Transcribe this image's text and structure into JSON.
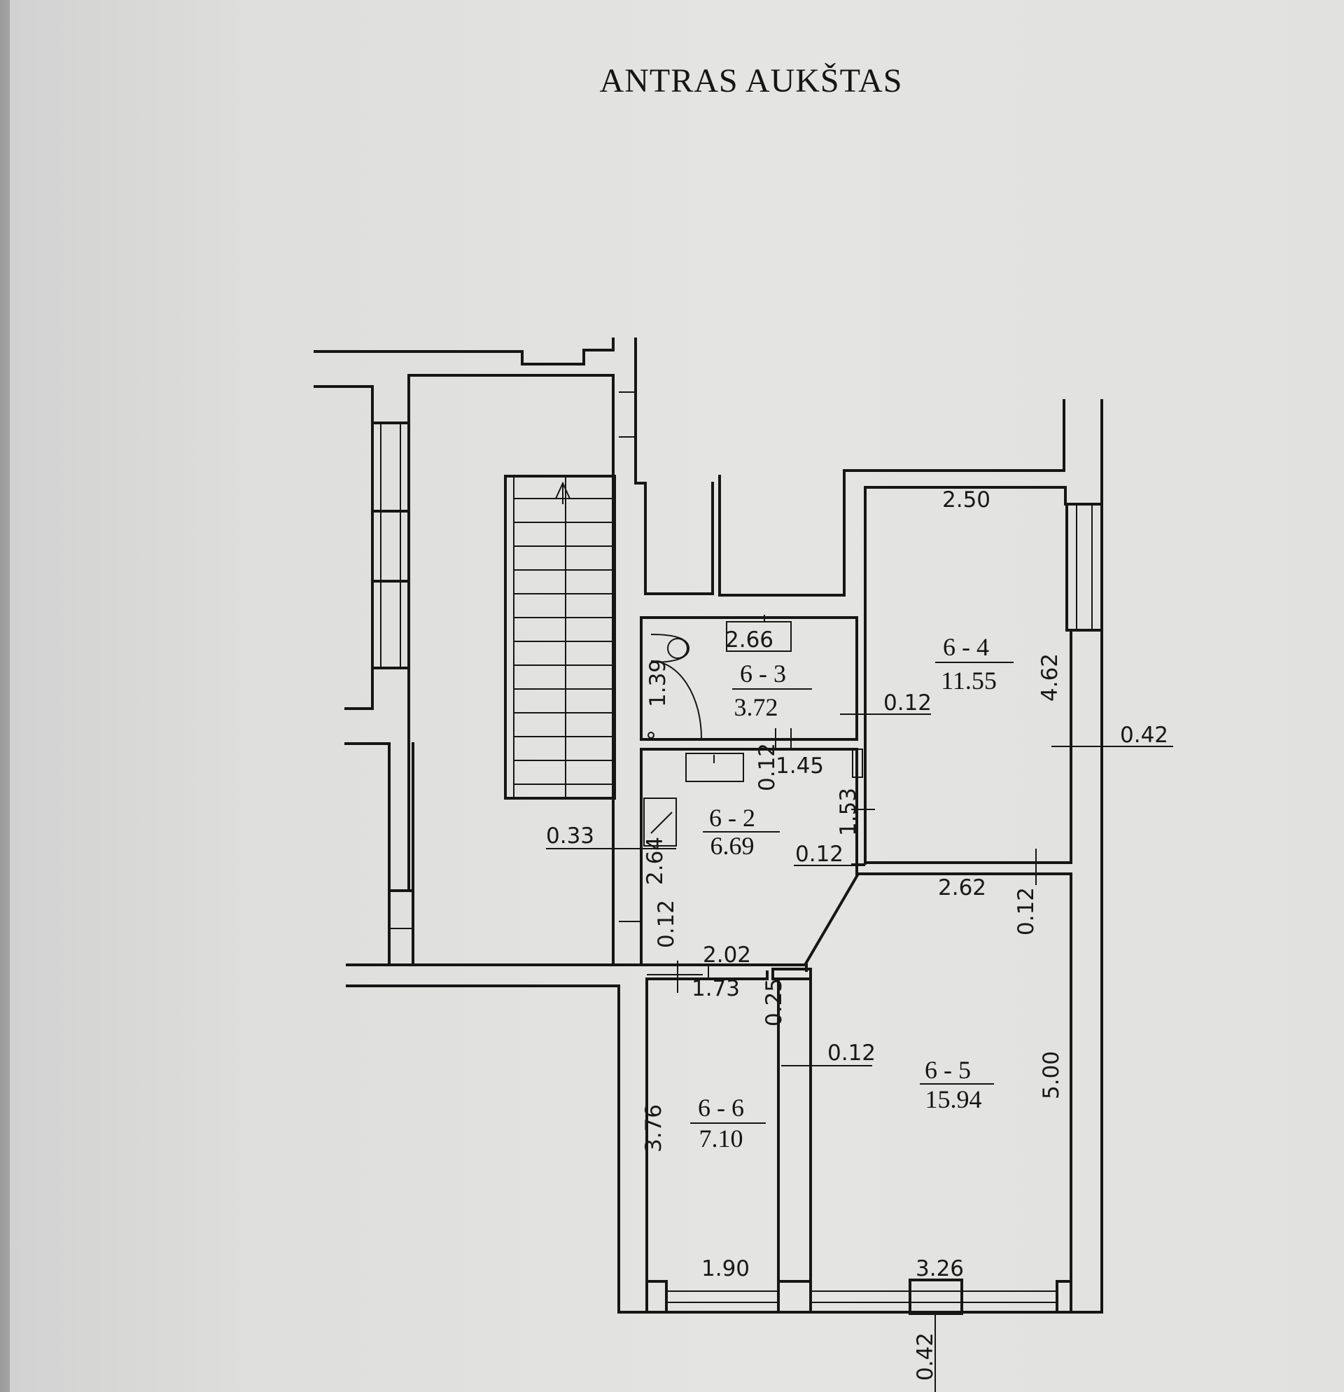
{
  "title": "ANTRAS AUKŠTAS",
  "rooms": [
    {
      "id": "6 - 2",
      "area": "6.69"
    },
    {
      "id": "6 - 3",
      "area": "3.72"
    },
    {
      "id": "6 - 4",
      "area": "11.55"
    },
    {
      "id": "6 - 5",
      "area": "15.94"
    },
    {
      "id": "6 - 6",
      "area": "7.10"
    }
  ],
  "dimensions": {
    "d250": "2.50",
    "d266": "2.66",
    "d139": "1.39",
    "d462": "4.62",
    "d012a": "0.12",
    "d042a": "0.42",
    "d145": "1.45",
    "d012b": "0.12",
    "d153": "1.53",
    "d033": "0.33",
    "d264": "2.64",
    "d012c": "0.12",
    "d262": "2.62",
    "d012d": "0.12",
    "d012e": "0.12",
    "d202": "2.02",
    "d173": "1.73",
    "d025": "0.25",
    "d012f": "0.12",
    "d500": "5.00",
    "d376": "3.76",
    "d190": "1.90",
    "d326": "3.26",
    "d042b": "0.42"
  }
}
